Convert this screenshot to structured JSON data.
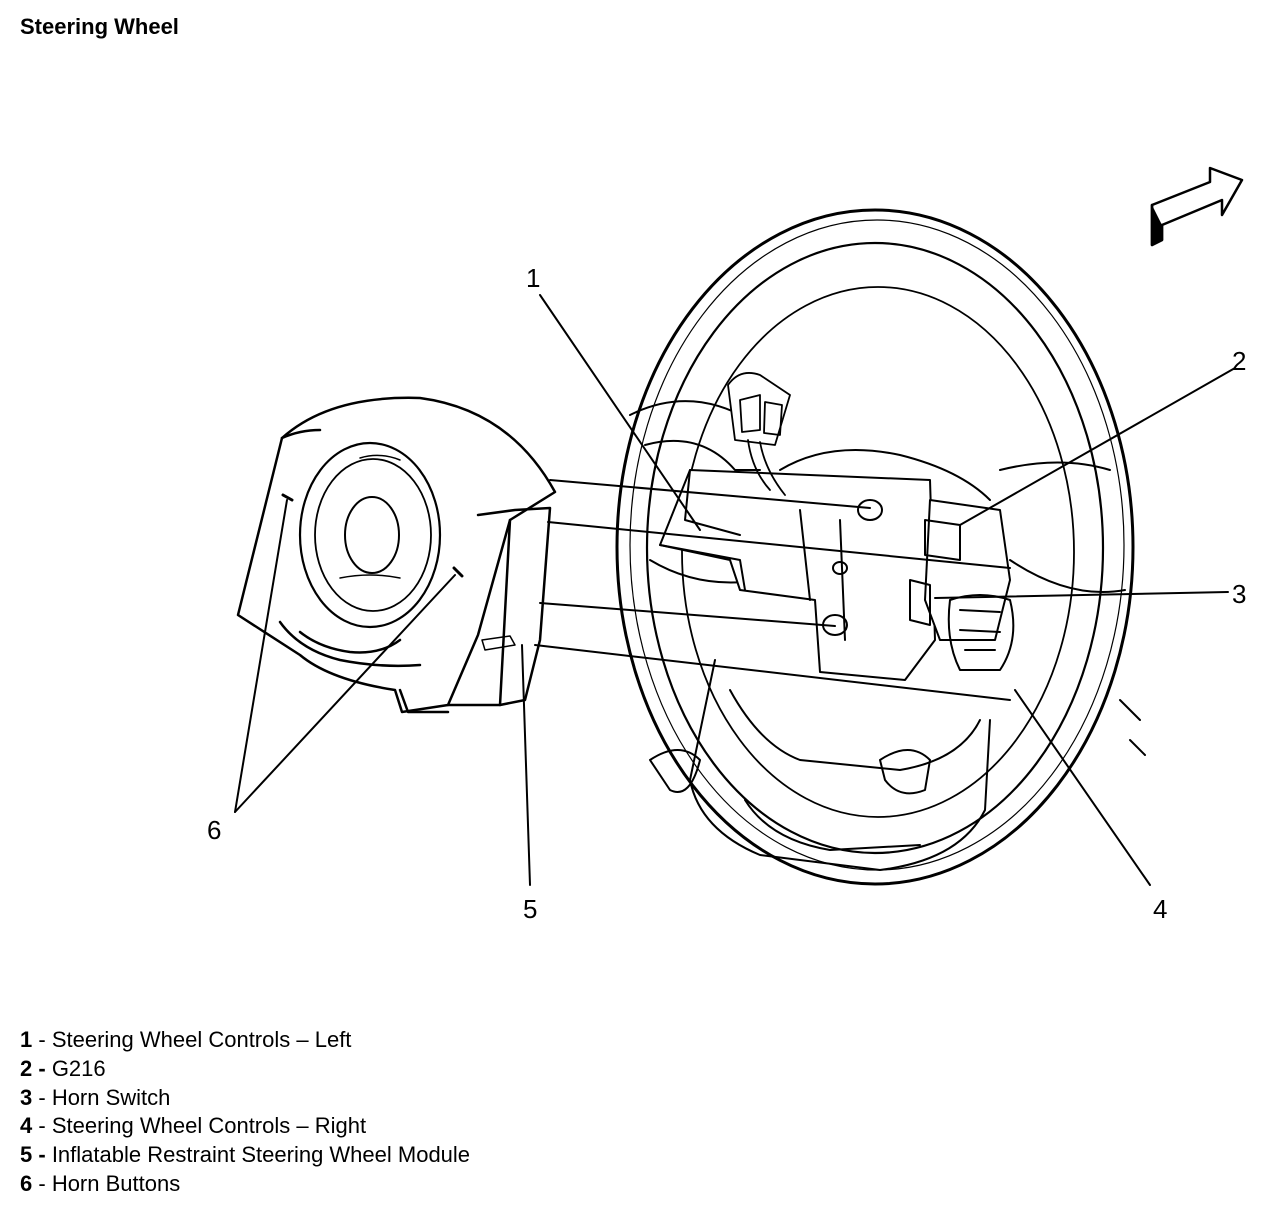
{
  "title": "Steering Wheel",
  "callouts": [
    "1",
    "2",
    "3",
    "4",
    "5",
    "6"
  ],
  "legend": [
    {
      "num": "1",
      "sep": " - ",
      "text": "Steering Wheel Controls – Left"
    },
    {
      "num": "2 -",
      "sep": " ",
      "text": "G216"
    },
    {
      "num": "3",
      "sep": " - ",
      "text": "Horn Switch"
    },
    {
      "num": "4",
      "sep": " - ",
      "text": "Steering Wheel Controls – Right"
    },
    {
      "num": "5 -",
      "sep": " ",
      "text": "Inflatable Restraint Steering Wheel Module"
    },
    {
      "num": "6",
      "sep": " - ",
      "text": "Horn Buttons"
    }
  ]
}
